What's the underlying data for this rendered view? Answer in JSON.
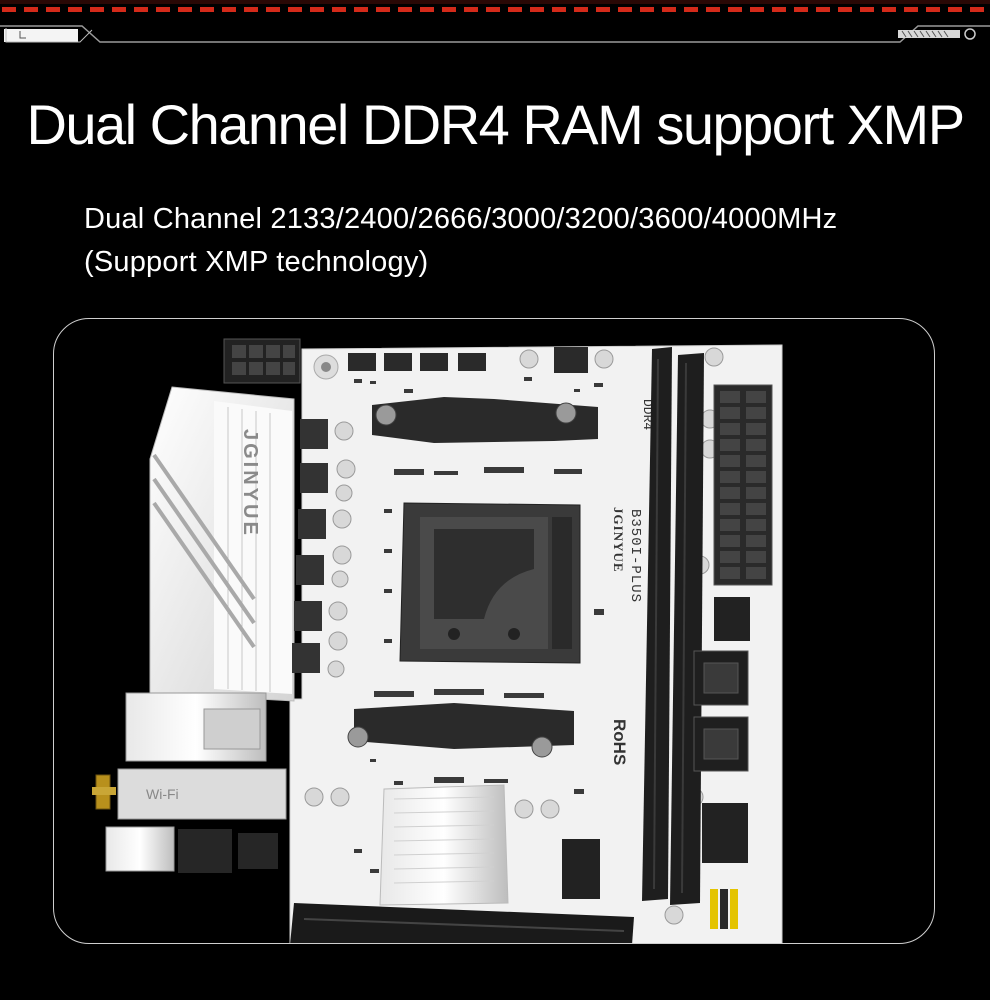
{
  "heading": {
    "title": "Dual Channel DDR4 RAM support XMP",
    "line1": "Dual Channel 2133/2400/2666/3000/3200/3600/4000MHz",
    "line2": "(Support XMP technology)"
  },
  "board": {
    "brand_heatsink": "JGINYUE",
    "brand_silk": "JGINYUE",
    "model": "B350I-PLUS",
    "ddr_label": "DDR4",
    "rohs": "RoHS",
    "wifi_label": "Wi-Fi"
  },
  "colors": {
    "background": "#000000",
    "accent_red": "#d42a1a",
    "board_white": "#f2f2f2"
  }
}
